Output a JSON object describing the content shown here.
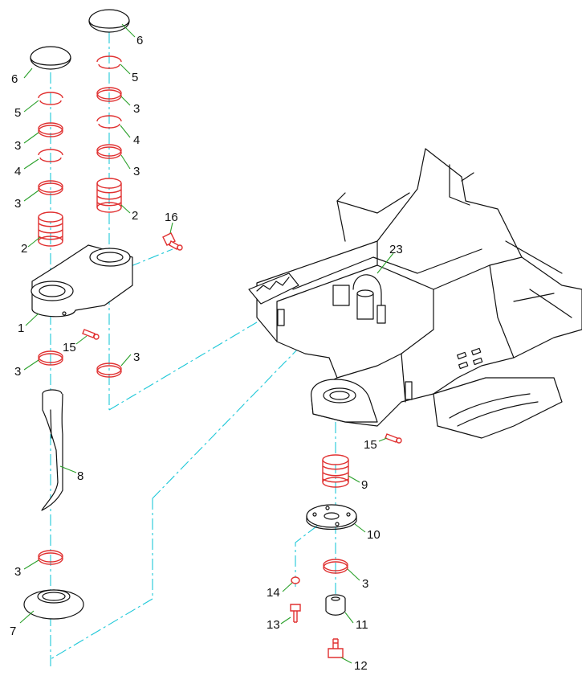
{
  "colors": {
    "part_outline": "#111111",
    "seal_and_fastener": "#e03030",
    "centerline": "#1ec8d8",
    "leader": "#2aa02a",
    "background": "#ffffff"
  },
  "callouts": [
    {
      "id": "c6a",
      "text": "6"
    },
    {
      "id": "c5a",
      "text": "5"
    },
    {
      "id": "c3a",
      "text": "3"
    },
    {
      "id": "c4a",
      "text": "4"
    },
    {
      "id": "c3b",
      "text": "3"
    },
    {
      "id": "c2a",
      "text": "2"
    },
    {
      "id": "c1",
      "text": "1"
    },
    {
      "id": "c15a",
      "text": "15"
    },
    {
      "id": "c3c",
      "text": "3"
    },
    {
      "id": "c8",
      "text": "8"
    },
    {
      "id": "c3d",
      "text": "3"
    },
    {
      "id": "c7",
      "text": "7"
    },
    {
      "id": "c6b",
      "text": "6"
    },
    {
      "id": "c5b",
      "text": "5"
    },
    {
      "id": "c3e",
      "text": "3"
    },
    {
      "id": "c4b",
      "text": "4"
    },
    {
      "id": "c3f",
      "text": "3"
    },
    {
      "id": "c2b",
      "text": "2"
    },
    {
      "id": "c16",
      "text": "16"
    },
    {
      "id": "c3g",
      "text": "3"
    },
    {
      "id": "c23",
      "text": "23"
    },
    {
      "id": "c15b",
      "text": "15"
    },
    {
      "id": "c9",
      "text": "9"
    },
    {
      "id": "c10",
      "text": "10"
    },
    {
      "id": "c3h",
      "text": "3"
    },
    {
      "id": "c14",
      "text": "14"
    },
    {
      "id": "c13",
      "text": "13"
    },
    {
      "id": "c11",
      "text": "11"
    },
    {
      "id": "c12",
      "text": "12"
    }
  ]
}
